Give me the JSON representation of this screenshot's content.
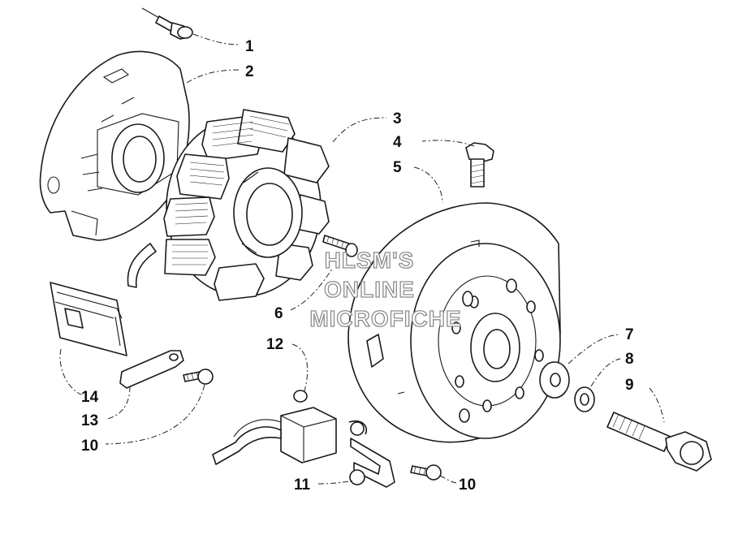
{
  "diagram": {
    "callouts": [
      {
        "id": "c1",
        "label": "1"
      },
      {
        "id": "c2",
        "label": "2"
      },
      {
        "id": "c3",
        "label": "3"
      },
      {
        "id": "c4",
        "label": "4"
      },
      {
        "id": "c5",
        "label": "5"
      },
      {
        "id": "c6",
        "label": "6"
      },
      {
        "id": "c7",
        "label": "7"
      },
      {
        "id": "c8",
        "label": "8"
      },
      {
        "id": "c9",
        "label": "9"
      },
      {
        "id": "c10a",
        "label": "10"
      },
      {
        "id": "c10b",
        "label": "10"
      },
      {
        "id": "c11",
        "label": "11"
      },
      {
        "id": "c12",
        "label": "12"
      },
      {
        "id": "c13",
        "label": "13"
      },
      {
        "id": "c14",
        "label": "14"
      }
    ],
    "watermark": {
      "line1": "HLSM'S",
      "line2": "ONLINE",
      "line3": "MICROFICHE"
    }
  }
}
